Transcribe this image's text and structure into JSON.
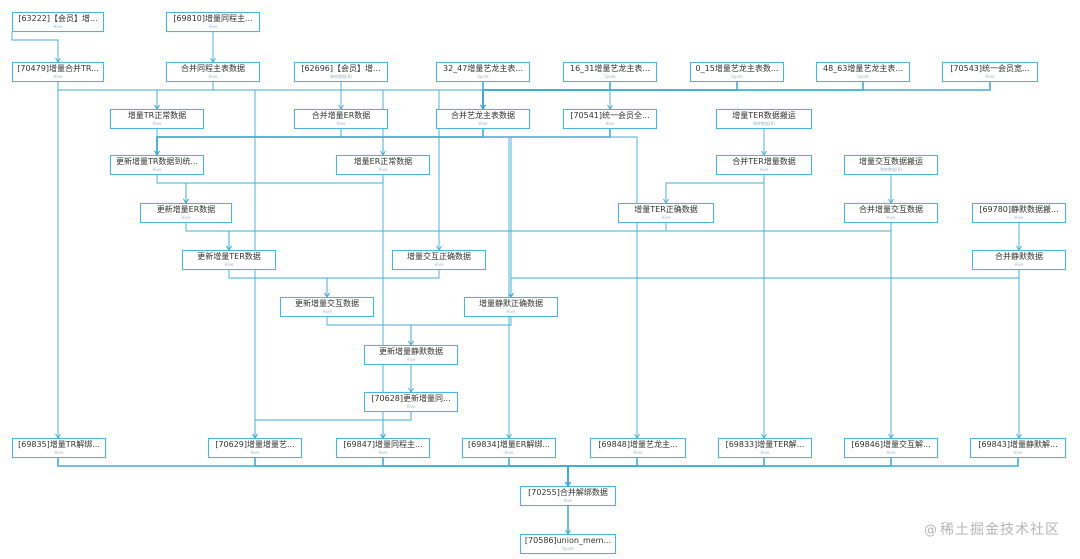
{
  "colors": {
    "edge": "#43abd6",
    "node_border": "#4fb4d9",
    "watermark": "#b6b6b6"
  },
  "nodes": [
    {
      "id": "n1",
      "label": "[63222]【会员】增...",
      "sub": "Hive"
    },
    {
      "id": "n2",
      "label": "[69810]增量同程主...",
      "sub": "Hive"
    },
    {
      "id": "n3",
      "label": "[70479]增量合并TR...",
      "sub": "Hive"
    },
    {
      "id": "n4",
      "label": "合并同程主表数据",
      "sub": "Hive"
    },
    {
      "id": "n5",
      "label": "[62696]【会员】增...",
      "sub": "跨库数据(B)"
    },
    {
      "id": "n6",
      "label": "32_47增量艺龙主表...",
      "sub": "Spark"
    },
    {
      "id": "n7",
      "label": "16_31增量艺龙主表...",
      "sub": "Spark"
    },
    {
      "id": "n8",
      "label": "0_15增量艺龙主表数...",
      "sub": "Spark"
    },
    {
      "id": "n9",
      "label": "48_63增量艺龙主表...",
      "sub": "Spark"
    },
    {
      "id": "n10",
      "label": "[70543]统一会员宽...",
      "sub": "Hive"
    },
    {
      "id": "n11",
      "label": "增量TR正常数据",
      "sub": "Hive"
    },
    {
      "id": "n12",
      "label": "合并增量ER数据",
      "sub": "Hive"
    },
    {
      "id": "n13",
      "label": "合并艺龙主表数据",
      "sub": "Hive"
    },
    {
      "id": "n14",
      "label": "[70541]统一会员全...",
      "sub": "Hive"
    },
    {
      "id": "n15",
      "label": "增量TER数据搬运",
      "sub": "跨库数据(B)"
    },
    {
      "id": "n16",
      "label": "更新增量TR数据到统...",
      "sub": "Hive"
    },
    {
      "id": "n17",
      "label": "增量ER正常数据",
      "sub": "Hive"
    },
    {
      "id": "n18",
      "label": "合并TER增量数据",
      "sub": "Hive"
    },
    {
      "id": "n19",
      "label": "增量交互数据搬运",
      "sub": "跨库数据(B)"
    },
    {
      "id": "n20",
      "label": "更新增量ER数据",
      "sub": "Hive"
    },
    {
      "id": "n21",
      "label": "增量TER正确数据",
      "sub": "Hive"
    },
    {
      "id": "n22",
      "label": "合并增量交互数据",
      "sub": "Hive"
    },
    {
      "id": "n23",
      "label": "[69780]静默数据搬...",
      "sub": "Hive"
    },
    {
      "id": "n24",
      "label": "更新增量TER数据",
      "sub": "Hive"
    },
    {
      "id": "n25",
      "label": "增量交互正确数据",
      "sub": "Hive"
    },
    {
      "id": "n26",
      "label": "合并静默数据",
      "sub": "Hive"
    },
    {
      "id": "n27",
      "label": "更新增量交互数据",
      "sub": "Hive"
    },
    {
      "id": "n28",
      "label": "增量静默正确数据",
      "sub": "Hive"
    },
    {
      "id": "n29",
      "label": "更新增量静默数据",
      "sub": "Hive"
    },
    {
      "id": "n30",
      "label": "[70628]更新增量同...",
      "sub": "Hive"
    },
    {
      "id": "n31",
      "label": "[69835]增量TR解绑...",
      "sub": "Hive"
    },
    {
      "id": "n32",
      "label": "[70629]增量增量艺...",
      "sub": "Hive"
    },
    {
      "id": "n33",
      "label": "[69847]增量同程主...",
      "sub": "Hive"
    },
    {
      "id": "n34",
      "label": "[69834]增量ER解绑...",
      "sub": "Hive"
    },
    {
      "id": "n35",
      "label": "[69848]增量艺龙主...",
      "sub": "Hive"
    },
    {
      "id": "n36",
      "label": "[69833]增量TER解...",
      "sub": "Hive"
    },
    {
      "id": "n37",
      "label": "[69846]增量交互解...",
      "sub": "Hive"
    },
    {
      "id": "n38",
      "label": "[69843]增量静默解...",
      "sub": "Hive"
    },
    {
      "id": "n39",
      "label": "[70255]合并解绑数据",
      "sub": "Hive"
    },
    {
      "id": "n40",
      "label": "[70586]union_mem...",
      "sub": "Spark"
    }
  ],
  "watermark": {
    "at": "@",
    "text": "稀土掘金技术社区"
  }
}
